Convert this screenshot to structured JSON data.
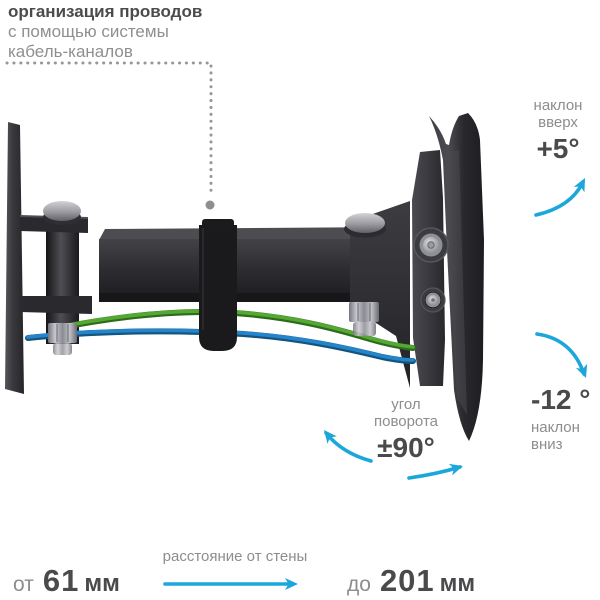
{
  "leader_note": {
    "title": "организация проводов",
    "line2": "с помощью системы",
    "line3": "кабель-каналов"
  },
  "tilt_up": {
    "label1": "наклон",
    "label2": "вверх",
    "value": "+5°"
  },
  "tilt_down": {
    "value": "-12 °",
    "label1": "наклон",
    "label2": "вниз"
  },
  "swivel": {
    "label1": "угол",
    "label2": "поворота",
    "value": "±90°"
  },
  "distance": {
    "from_prefix": "от",
    "from_number": "61",
    "from_unit": "мм",
    "label": "расстояние от стены",
    "to_prefix": "до",
    "to_number": "201",
    "to_unit": "мм"
  },
  "colors": {
    "accent_arrow": "#1ba7dc",
    "text_dark": "#4a4a4c",
    "text_gray": "#8d8d90",
    "cable_green": "#55a832",
    "cable_blue": "#2585cc",
    "bracket_dark": "#2a2a2d",
    "metal": "#9a9aa0"
  }
}
